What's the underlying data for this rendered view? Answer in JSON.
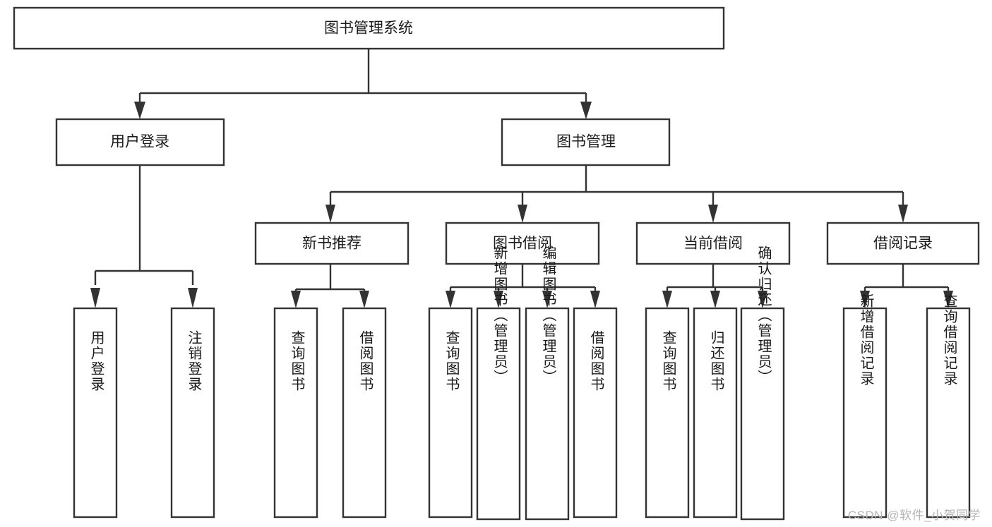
{
  "diagram": {
    "type": "tree-hierarchy-function-structure",
    "title": "图书管理系统",
    "root": {
      "id": "root",
      "label": "图书管理系统"
    },
    "level2": [
      {
        "id": "user-login",
        "label": "用户登录"
      },
      {
        "id": "book-management",
        "label": "图书管理"
      }
    ],
    "level3": [
      {
        "id": "new-book-recommend",
        "label": "新书推荐",
        "parent": "book-management"
      },
      {
        "id": "book-borrow",
        "label": "图书借阅",
        "parent": "book-management"
      },
      {
        "id": "current-borrow",
        "label": "当前借阅",
        "parent": "book-management"
      },
      {
        "id": "borrow-record",
        "label": "借阅记录",
        "parent": "book-management"
      }
    ],
    "leaves": [
      {
        "id": "leaf-user-login",
        "label": "用户登录",
        "parent": "user-login"
      },
      {
        "id": "leaf-logout-login",
        "label": "注销登录",
        "parent": "user-login"
      },
      {
        "id": "leaf-query-book-1",
        "label": "查询图书",
        "parent": "new-book-recommend"
      },
      {
        "id": "leaf-borrow-book-1",
        "label": "借阅图书",
        "parent": "new-book-recommend"
      },
      {
        "id": "leaf-query-book-2",
        "label": "查询图书",
        "parent": "book-borrow"
      },
      {
        "id": "leaf-add-book",
        "label": "新增图书（管理员）",
        "parent": "book-borrow"
      },
      {
        "id": "leaf-edit-book",
        "label": "编辑图书（管理员）",
        "parent": "book-borrow"
      },
      {
        "id": "leaf-borrow-book-2",
        "label": "借阅图书",
        "parent": "book-borrow"
      },
      {
        "id": "leaf-query-book-3",
        "label": "查询图书",
        "parent": "current-borrow"
      },
      {
        "id": "leaf-return-book",
        "label": "归还图书",
        "parent": "current-borrow"
      },
      {
        "id": "leaf-confirm-return",
        "label": "确认归还（管理员）",
        "parent": "current-borrow"
      },
      {
        "id": "leaf-add-borrow-record",
        "label": "新增借阅记录",
        "parent": "borrow-record"
      },
      {
        "id": "leaf-query-borrow-record",
        "label": "查询借阅记录",
        "parent": "borrow-record"
      }
    ],
    "colors": {
      "stroke": "#333333",
      "box_fill": "#ffffff",
      "text": "#1a1a1a",
      "background": "#ffffff",
      "watermark": "#b4b4b4"
    }
  },
  "watermark": {
    "text": "CSDN @软件_小贺同学"
  }
}
